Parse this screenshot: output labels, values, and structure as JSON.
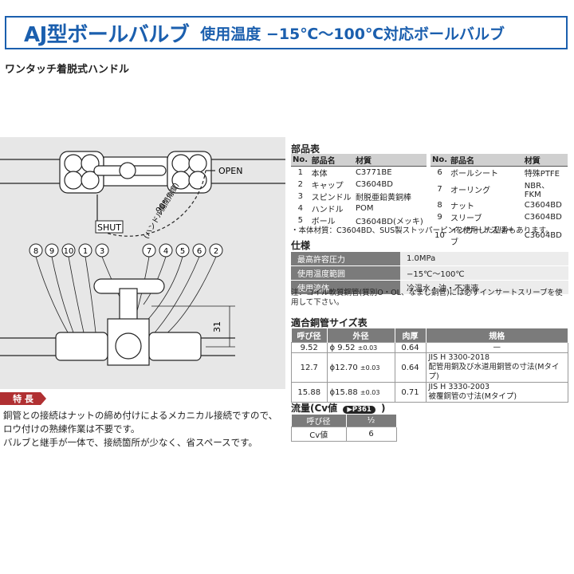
{
  "header": {
    "title": "AJ型ボールバルブ",
    "subtitle": "使用温度 −15℃〜100℃対応ボールバルブ"
  },
  "subheading": "ワンタッチ着脱式ハンドル",
  "drawing": {
    "open_label": "OPEN",
    "shut_label": "SHUT",
    "angle_label": "90°",
    "angle_note": "(ハンドル開閉角度)",
    "dimension_label": "31",
    "callouts_left": [
      "8",
      "9",
      "10",
      "1",
      "3"
    ],
    "callouts_right": [
      "7",
      "4",
      "5",
      "6",
      "2"
    ]
  },
  "parts": {
    "title": "部品表",
    "headers": [
      "No.",
      "部品名",
      "材質"
    ],
    "left": [
      [
        "1",
        "本体",
        "C3771BE"
      ],
      [
        "2",
        "キャップ",
        "C3604BD"
      ],
      [
        "3",
        "スピンドル",
        "耐脱亜鉛黄銅棒"
      ],
      [
        "4",
        "ハンドル",
        "POM"
      ],
      [
        "5",
        "ボール",
        "C3604BD(メッキ)"
      ]
    ],
    "right": [
      [
        "6",
        "ボールシート",
        "特殊PTFE"
      ],
      [
        "7",
        "オーリング",
        "NBR、FKM"
      ],
      [
        "8",
        "ナット",
        "C3604BD"
      ],
      [
        "9",
        "スリーブ",
        "C3604BD"
      ],
      [
        "10",
        "インサートスリーブ",
        "C3604BD"
      ]
    ],
    "note": "・本体材質：C3604BD、SUS製ストッパーピンを使用した品番もあります。"
  },
  "spec": {
    "title": "仕様",
    "rows": [
      [
        "最高許容圧力",
        "1.0MPa"
      ],
      [
        "使用温度範囲",
        "−15℃〜100℃"
      ],
      [
        "使用流体",
        "冷温水・油・不凍液"
      ]
    ],
    "note": "注：コイル軟質銅管(質別O・OL、なまし銅管)には必ずインサートスリーブを使用して下さい。"
  },
  "pipe": {
    "title": "適合銅管サイズ表",
    "headers": [
      "呼び径",
      "外径",
      "肉厚",
      "規格"
    ],
    "rows": [
      {
        "nominal": "9.52",
        "od": "ϕ 9.52",
        "tol": "±0.03",
        "wall": "0.64",
        "std1": "—",
        "std2": ""
      },
      {
        "nominal": "12.7",
        "od": "ϕ12.70",
        "tol": "±0.03",
        "wall": "0.64",
        "std1": "JIS H 3300-2018",
        "std2": "配管用銅及び水道用銅管の寸法(Mタイプ)"
      },
      {
        "nominal": "15.88",
        "od": "ϕ15.88",
        "tol": "±0.03",
        "wall": "0.71",
        "std1": "JIS H 3330-2003",
        "std2": "被覆銅管の寸法(Mタイプ)"
      }
    ]
  },
  "flow": {
    "title": "流量(Cv値",
    "ref_badge": "P361",
    "title_end": ")",
    "headers": [
      "呼び径",
      "½"
    ],
    "row": [
      "Cv値",
      "6"
    ]
  },
  "features": {
    "badge": "特 長",
    "lines": [
      "銅管との接続はナットの締め付けによるメカニカル接続ですので、",
      "ロウ付けの熟練作業は不要です。",
      "バルブと継手が一体で、接続箇所が少なく、省スペースです。"
    ]
  },
  "colors": {
    "accent": "#1b5fae",
    "badge": "#b03032",
    "table_header": "#7b7b7b"
  }
}
